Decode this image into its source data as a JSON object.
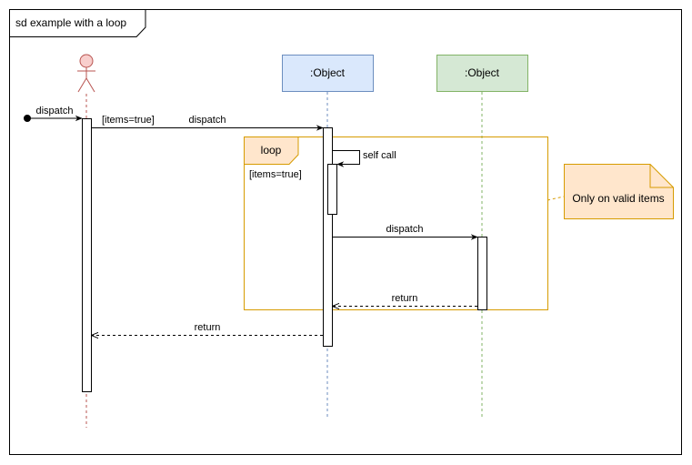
{
  "frame": {
    "title": "sd example with a loop"
  },
  "actor": {
    "icon": "stick-figure-actor",
    "color": "#b85450",
    "fill": "#f8cecc"
  },
  "lifelines": [
    {
      "label": ":Object",
      "fill": "#dae8fc",
      "stroke": "#6c8ebf"
    },
    {
      "label": ":Object",
      "fill": "#d5e8d4",
      "stroke": "#82b366"
    }
  ],
  "messages": {
    "found_dispatch": "dispatch",
    "actor_guard": "[items=true]",
    "actor_dispatch": "dispatch",
    "self_call": "self call",
    "loop_dispatch": "dispatch",
    "loop_return": "return",
    "final_return": "return"
  },
  "loop": {
    "label": "loop",
    "guard": "[items=true]",
    "color": "#d79b00",
    "fill": "#ffe6cc"
  },
  "note": {
    "text": "Only on valid items"
  }
}
